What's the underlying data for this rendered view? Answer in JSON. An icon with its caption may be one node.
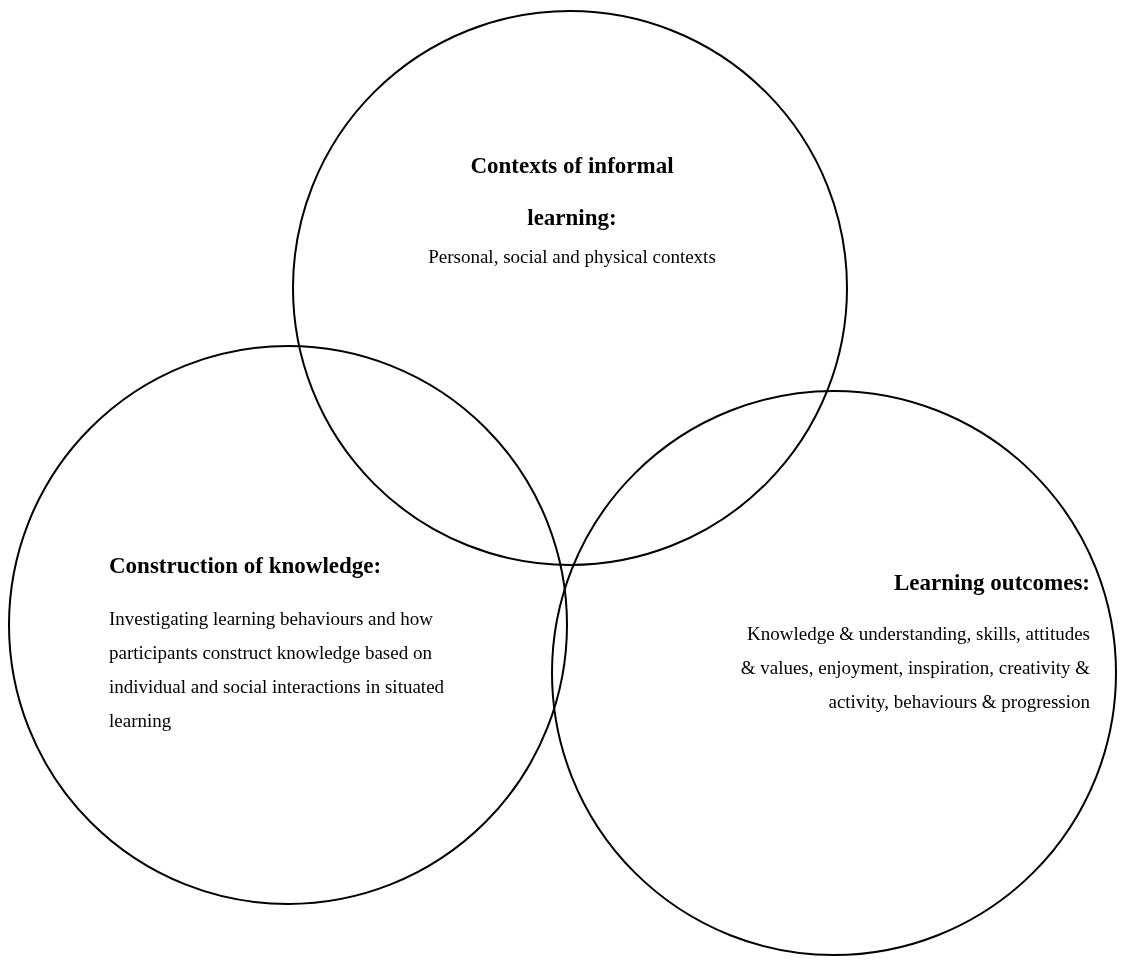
{
  "diagram": {
    "nodes": [
      {
        "text": [
          "Contexts of informal learning:",
          "Personal, social and physical contexts"
        ]
      },
      {
        "text": [
          "Construction of knowledge:",
          "Investigating learning behaviours and how participants construct knowledge based on individual and social interactions in situated learning"
        ]
      },
      {
        "text": [
          "Learning outcomes:",
          "Knowledge & understanding, skills, attitudes & values, enjoyment, inspiration, creativity & activity, behaviours & progression"
        ]
      }
    ],
    "edges": []
  }
}
